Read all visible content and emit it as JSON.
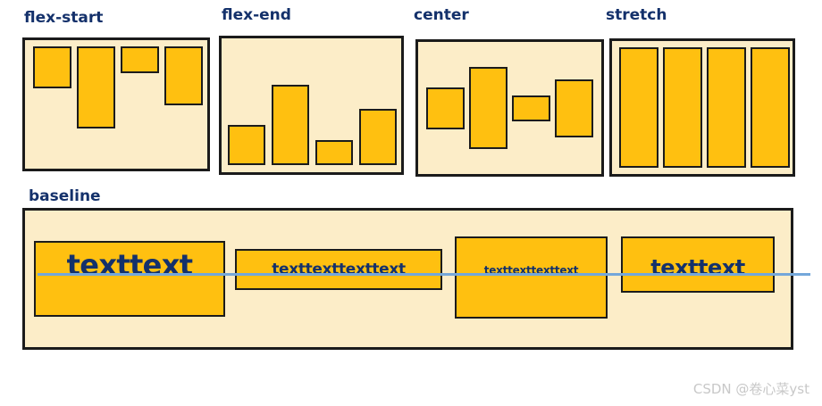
{
  "figure_title": "flex align-items demo",
  "colors": {
    "panel_background": "#FCEDC8",
    "bar_fill": "#FFC010",
    "border": "#1B1B1B",
    "label_text": "#14316B",
    "baseline_line": "#74A7DA",
    "watermark_text": "#C8C8C8"
  },
  "panels": [
    {
      "label": "flex-start",
      "align": "flex-start",
      "bars": [
        47,
        92,
        30,
        66
      ]
    },
    {
      "label": "flex-end",
      "align": "flex-end",
      "bars": [
        45,
        90,
        28,
        63
      ]
    },
    {
      "label": "center",
      "align": "center",
      "bars": [
        47,
        92,
        29,
        65
      ]
    },
    {
      "label": "stretch",
      "align": "stretch",
      "bars": [
        null,
        null,
        null,
        null
      ]
    }
  ],
  "baseline": {
    "label": "baseline",
    "items": [
      {
        "text": "texttext",
        "font_size": 32
      },
      {
        "text": "texttexttexttext",
        "font_size": 17
      },
      {
        "text": "texttexttexttext",
        "font_size": 12
      },
      {
        "text": "texttext",
        "font_size": 24
      }
    ]
  },
  "watermark": "CSDN @卷心菜yst"
}
